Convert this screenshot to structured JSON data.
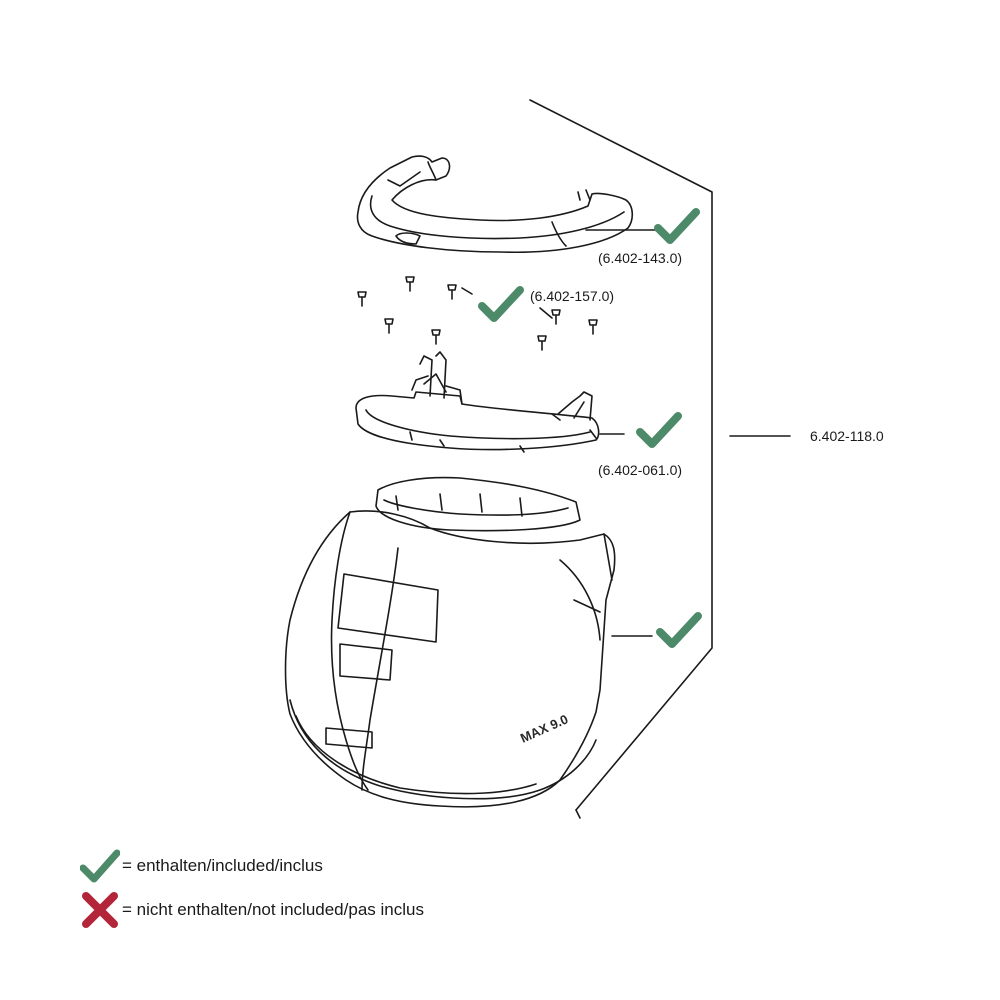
{
  "parts": {
    "visor_holder": {
      "part_number": "(6.402-143.0)",
      "status": "included"
    },
    "screws": {
      "part_number": "(6.402-157.0)",
      "status": "included"
    },
    "mounting_frame": {
      "part_number": "(6.402-061.0)",
      "status": "included"
    },
    "helmet_shell": {
      "status": "included"
    },
    "set": {
      "part_number": "6.402-118.0"
    }
  },
  "helmet_marking": "MAX 9.0",
  "legend": {
    "included": {
      "text": "= enthalten/included/inclus",
      "icon": "check-icon"
    },
    "not_included": {
      "text": "= nicht enthalten/not included/pas inclus",
      "icon": "cross-icon"
    }
  },
  "colors": {
    "included": "#4d8a6a",
    "not_included": "#b3263a",
    "line": "#1a1a1a"
  }
}
